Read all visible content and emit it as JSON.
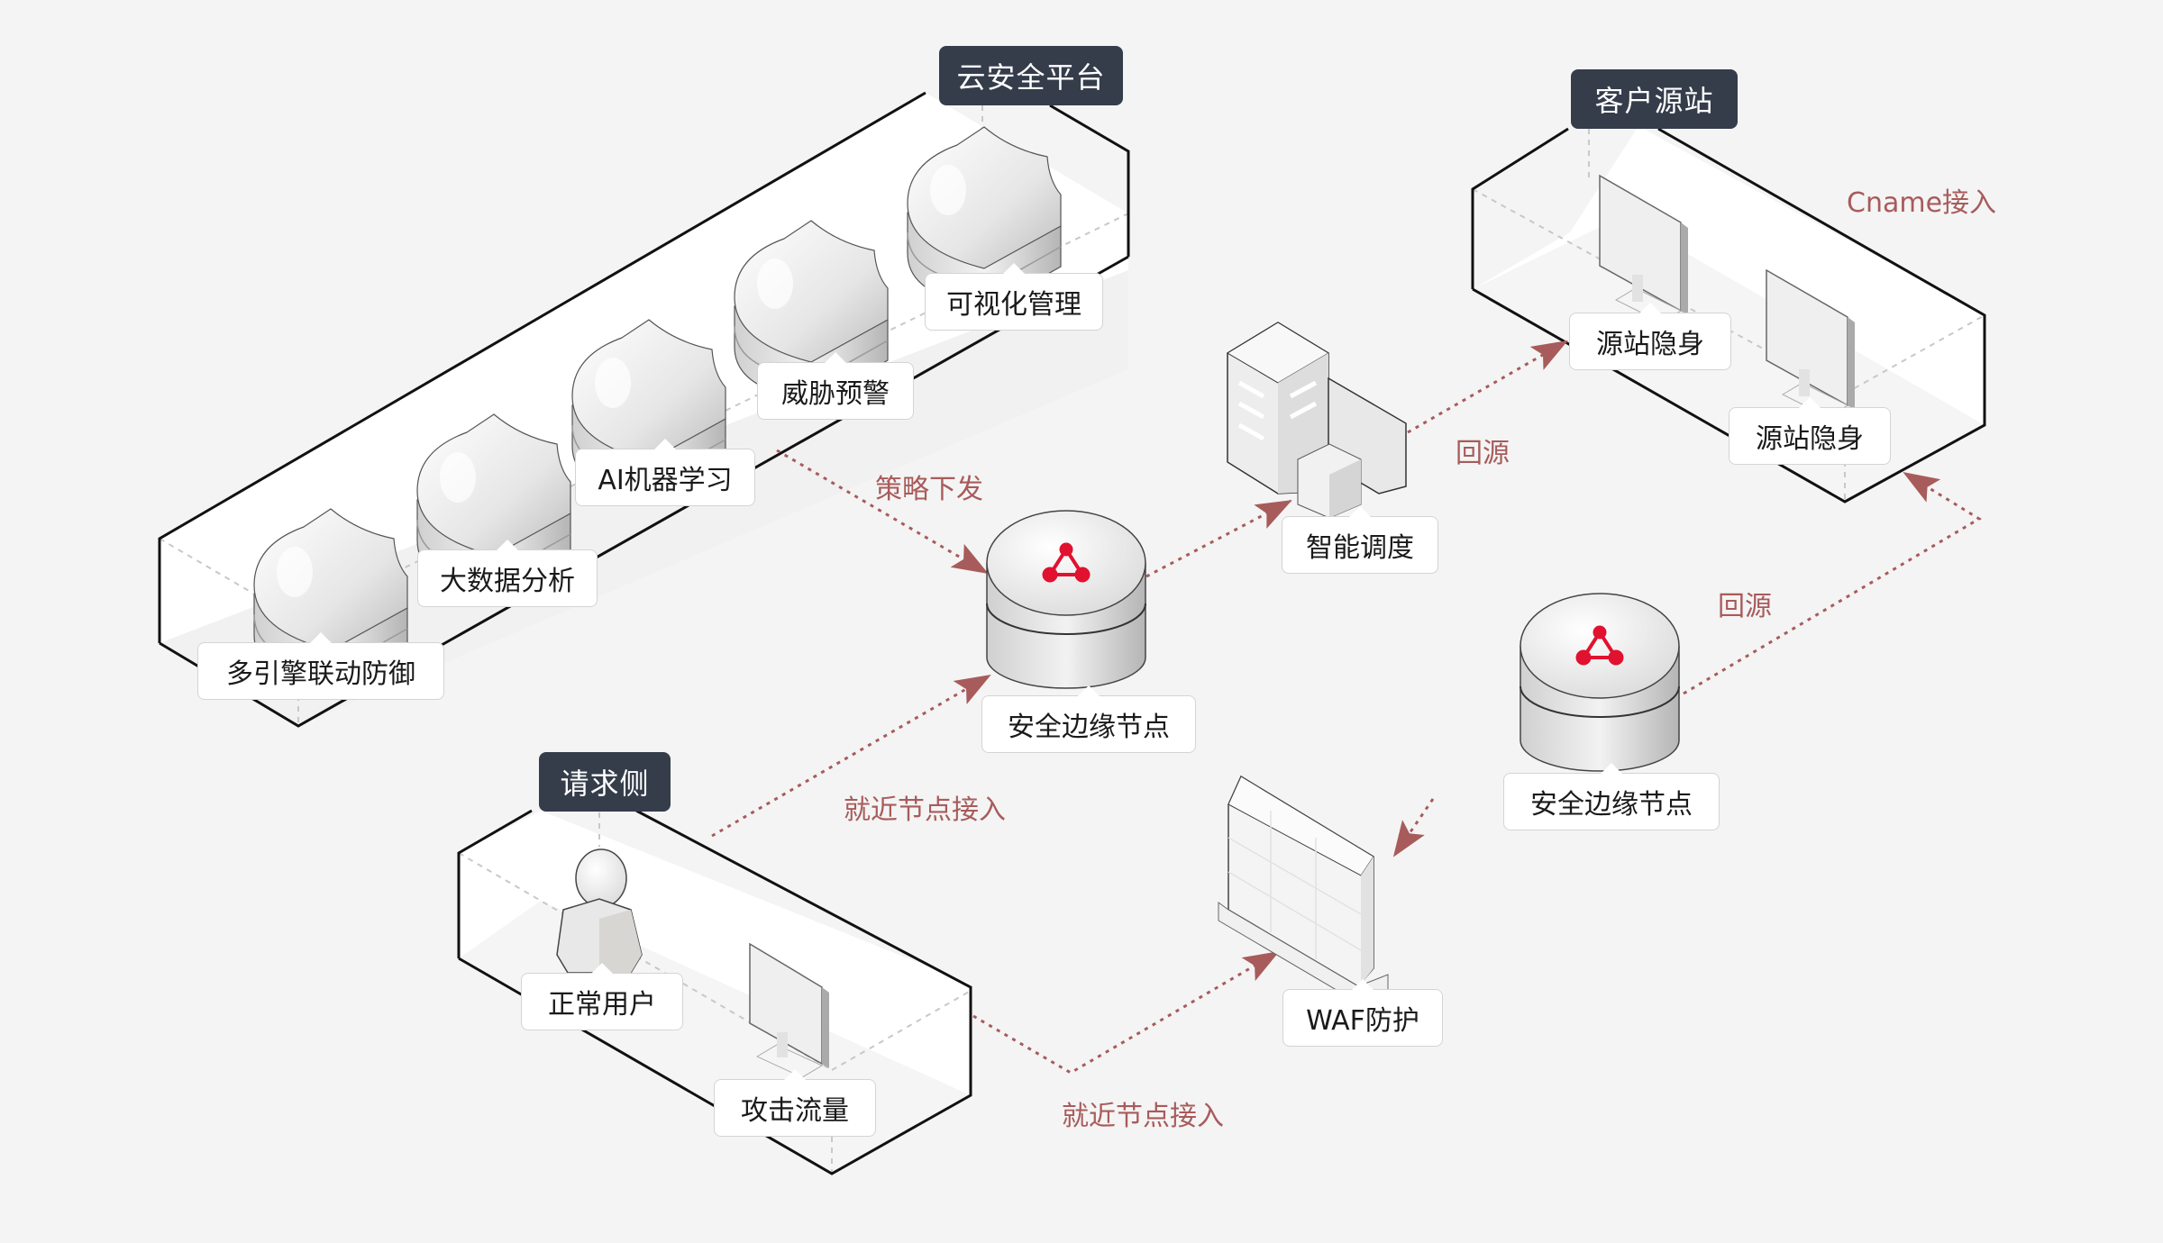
{
  "colors": {
    "background": "#f4f4f4",
    "header_bg": "#353d4b",
    "edge": "#a85b5b",
    "accent_icon": "#e0122f"
  },
  "groups": {
    "cloud_platform": {
      "title": "云安全平台"
    },
    "origin_site": {
      "title": "客户源站"
    },
    "request_side": {
      "title": "请求侧"
    }
  },
  "nodes": {
    "multi_engine": {
      "label": "多引擎联动防御",
      "icon": "shield-icon"
    },
    "big_data": {
      "label": "大数据分析",
      "icon": "shield-icon"
    },
    "ai_ml": {
      "label": "AI机器学习",
      "icon": "shield-icon"
    },
    "threat_alert": {
      "label": "威胁预警",
      "icon": "shield-icon"
    },
    "visual_mgmt": {
      "label": "可视化管理",
      "icon": "shield-icon"
    },
    "edge_node_1": {
      "label": "安全边缘节点",
      "icon": "edge-node-icon"
    },
    "edge_node_2": {
      "label": "安全边缘节点",
      "icon": "edge-node-icon"
    },
    "scheduler": {
      "label": "智能调度",
      "icon": "building-icon"
    },
    "origin_1": {
      "label": "源站隐身",
      "icon": "monitor-icon"
    },
    "origin_2": {
      "label": "源站隐身",
      "icon": "monitor-icon"
    },
    "normal_user": {
      "label": "正常用户",
      "icon": "user-icon"
    },
    "attack_traffic": {
      "label": "攻击流量",
      "icon": "monitor-icon"
    },
    "waf": {
      "label": "WAF防护",
      "icon": "firewall-icon"
    }
  },
  "edges": {
    "policy_dispatch": "策略下发",
    "nearby_access_1": "就近节点接入",
    "nearby_access_2": "就近节点接入",
    "back_to_origin_1": "回源",
    "back_to_origin_2": "回源",
    "cname_access": "Cname接入"
  }
}
